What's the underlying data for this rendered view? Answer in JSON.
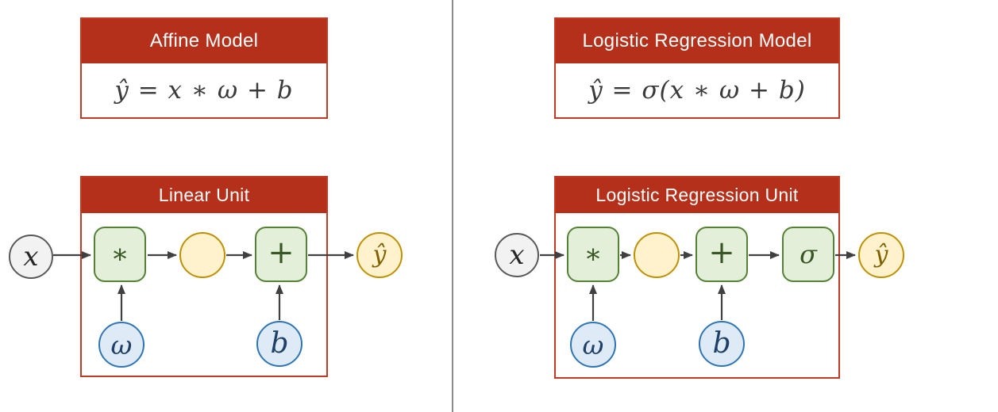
{
  "left": {
    "model": {
      "title": "Affine Model",
      "formula": "ŷ = x ∗ ω + b"
    },
    "unit": {
      "title": "Linear Unit"
    },
    "nodes": {
      "x": "x",
      "mul": "∗",
      "hidden": "",
      "plus": "+",
      "yhat": "ŷ",
      "omega": "ω",
      "b": "b"
    }
  },
  "right": {
    "model": {
      "title": "Logistic Regression Model",
      "formula": "ŷ = σ(x ∗ ω + b)"
    },
    "unit": {
      "title": "Logistic Regression Unit"
    },
    "nodes": {
      "x": "x",
      "mul": "∗",
      "hidden": "",
      "plus": "+",
      "sigma": "σ",
      "yhat": "ŷ",
      "omega": "ω",
      "b": "b"
    }
  },
  "colors": {
    "red": "#B5301A",
    "red-border": "#C03A24",
    "green-fill": "#E3EFD9",
    "green-border": "#548235",
    "green-text": "#375623",
    "yellow-fill": "#FFF2CC",
    "yellow-border": "#BF9000",
    "yellow-text": "#7F6000",
    "blue-fill": "#DEEBF7",
    "blue-border": "#2E75B6",
    "blue-text": "#1F4068",
    "gray-fill": "#F2F2F2",
    "gray-border": "#595959",
    "ink": "#3A3A3A",
    "arrow": "#404040",
    "divider": "#8A8A8A"
  }
}
